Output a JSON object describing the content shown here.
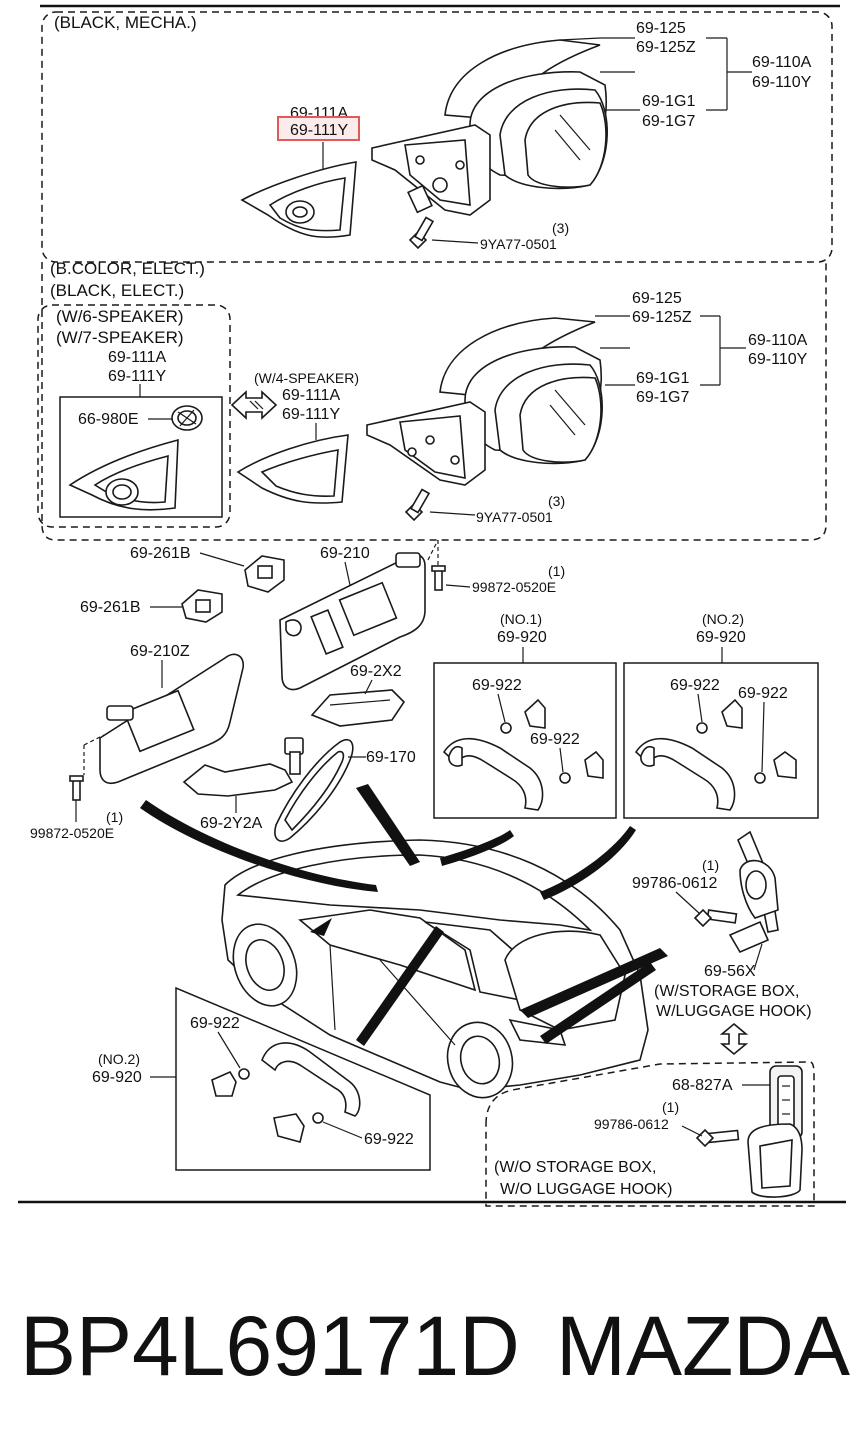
{
  "labels": {
    "black_mecha": "(BLACK, MECHA.)",
    "p69_125": "69-125",
    "p69_125z": "69-125Z",
    "p69_110a": "69-110A",
    "p69_110y": "69-110Y",
    "p69_1g1": "69-1G1",
    "p69_1g7": "69-1G7",
    "p69_111a": "69-111A",
    "p69_111y": "69-111Y",
    "qty3": "(3)",
    "p9ya77": "9YA77-0501",
    "b_color": "(B.COLOR, ELECT.)",
    "black_elect": "(BLACK, ELECT.)",
    "w6": "(W/6-SPEAKER)",
    "w7": "(W/7-SPEAKER)",
    "w4": "(W/4-SPEAKER)",
    "p66_980e": "66-980E",
    "p69_261b": "69-261B",
    "p69_210": "69-210",
    "p69_210z": "69-210Z",
    "qty1": "(1)",
    "p99872": "99872-0520E",
    "p69_2x2": "69-2X2",
    "p69_170": "69-170",
    "p69_2y2a": "69-2Y2A",
    "no1": "(NO.1)",
    "no2": "(NO.2)",
    "p69_920": "69-920",
    "p69_922": "69-922",
    "p99786": "99786-0612",
    "p69_56x": "69-56X",
    "w_storage": "(W/STORAGE BOX,",
    "w_luggage": "W/LUGGAGE HOOK)",
    "p68_827a": "68-827A",
    "wo_storage": "(W/O STORAGE BOX,",
    "wo_luggage": "W/O LUGGAGE HOOK)"
  },
  "highlight_color": "#e05a5a",
  "footer": {
    "part_number": "BP4L69171D",
    "brand": "MAZDA"
  }
}
